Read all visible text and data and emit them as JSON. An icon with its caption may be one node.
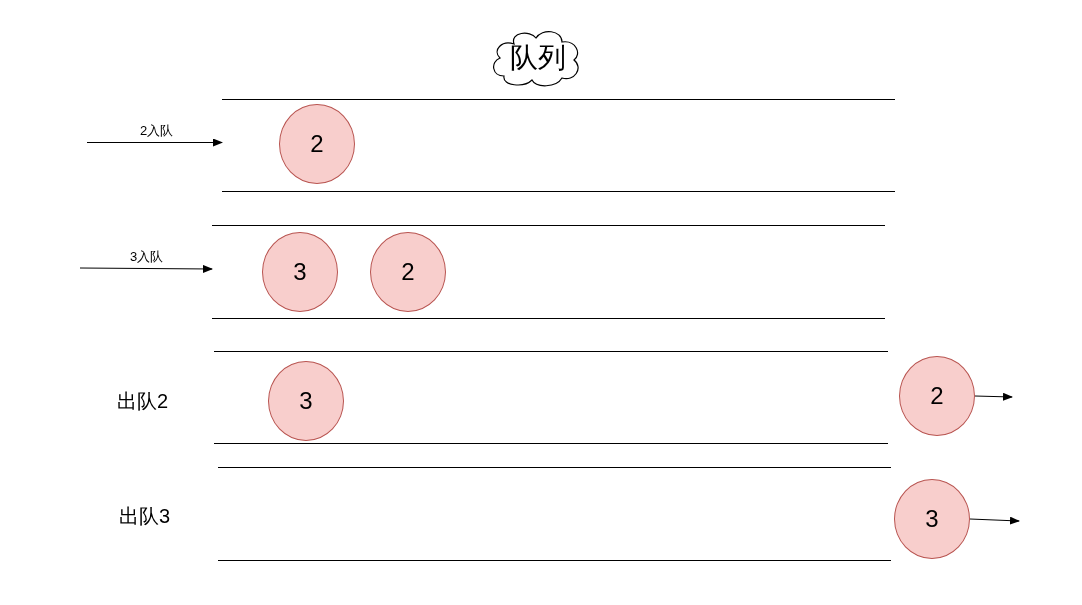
{
  "diagram": {
    "nodes": [
      {
        "text": [
          "队列"
        ]
      },
      {
        "text": [],
        "shape": "band"
      },
      {
        "text": [
          "2"
        ],
        "in": 1
      },
      {
        "text": [],
        "shape": "band"
      },
      {
        "text": [
          "3"
        ],
        "in": 3
      },
      {
        "text": [
          "2"
        ],
        "in": 3
      },
      {
        "text": [],
        "shape": "band"
      },
      {
        "text": [
          "3"
        ],
        "in": 6
      },
      {
        "text": [
          "2"
        ]
      },
      {
        "text": [],
        "shape": "band"
      },
      {
        "text": [
          "3"
        ]
      }
    ],
    "edges": [
      {
        "from": null,
        "to": 1,
        "arrow": "to",
        "label": "2入队"
      },
      {
        "from": null,
        "to": 3,
        "arrow": "to",
        "label": "3入队"
      },
      {
        "from": 8,
        "to": null,
        "arrow": "to"
      },
      {
        "from": 10,
        "to": null,
        "arrow": "to"
      }
    ],
    "labels": [
      "出队2",
      "出队3"
    ]
  }
}
